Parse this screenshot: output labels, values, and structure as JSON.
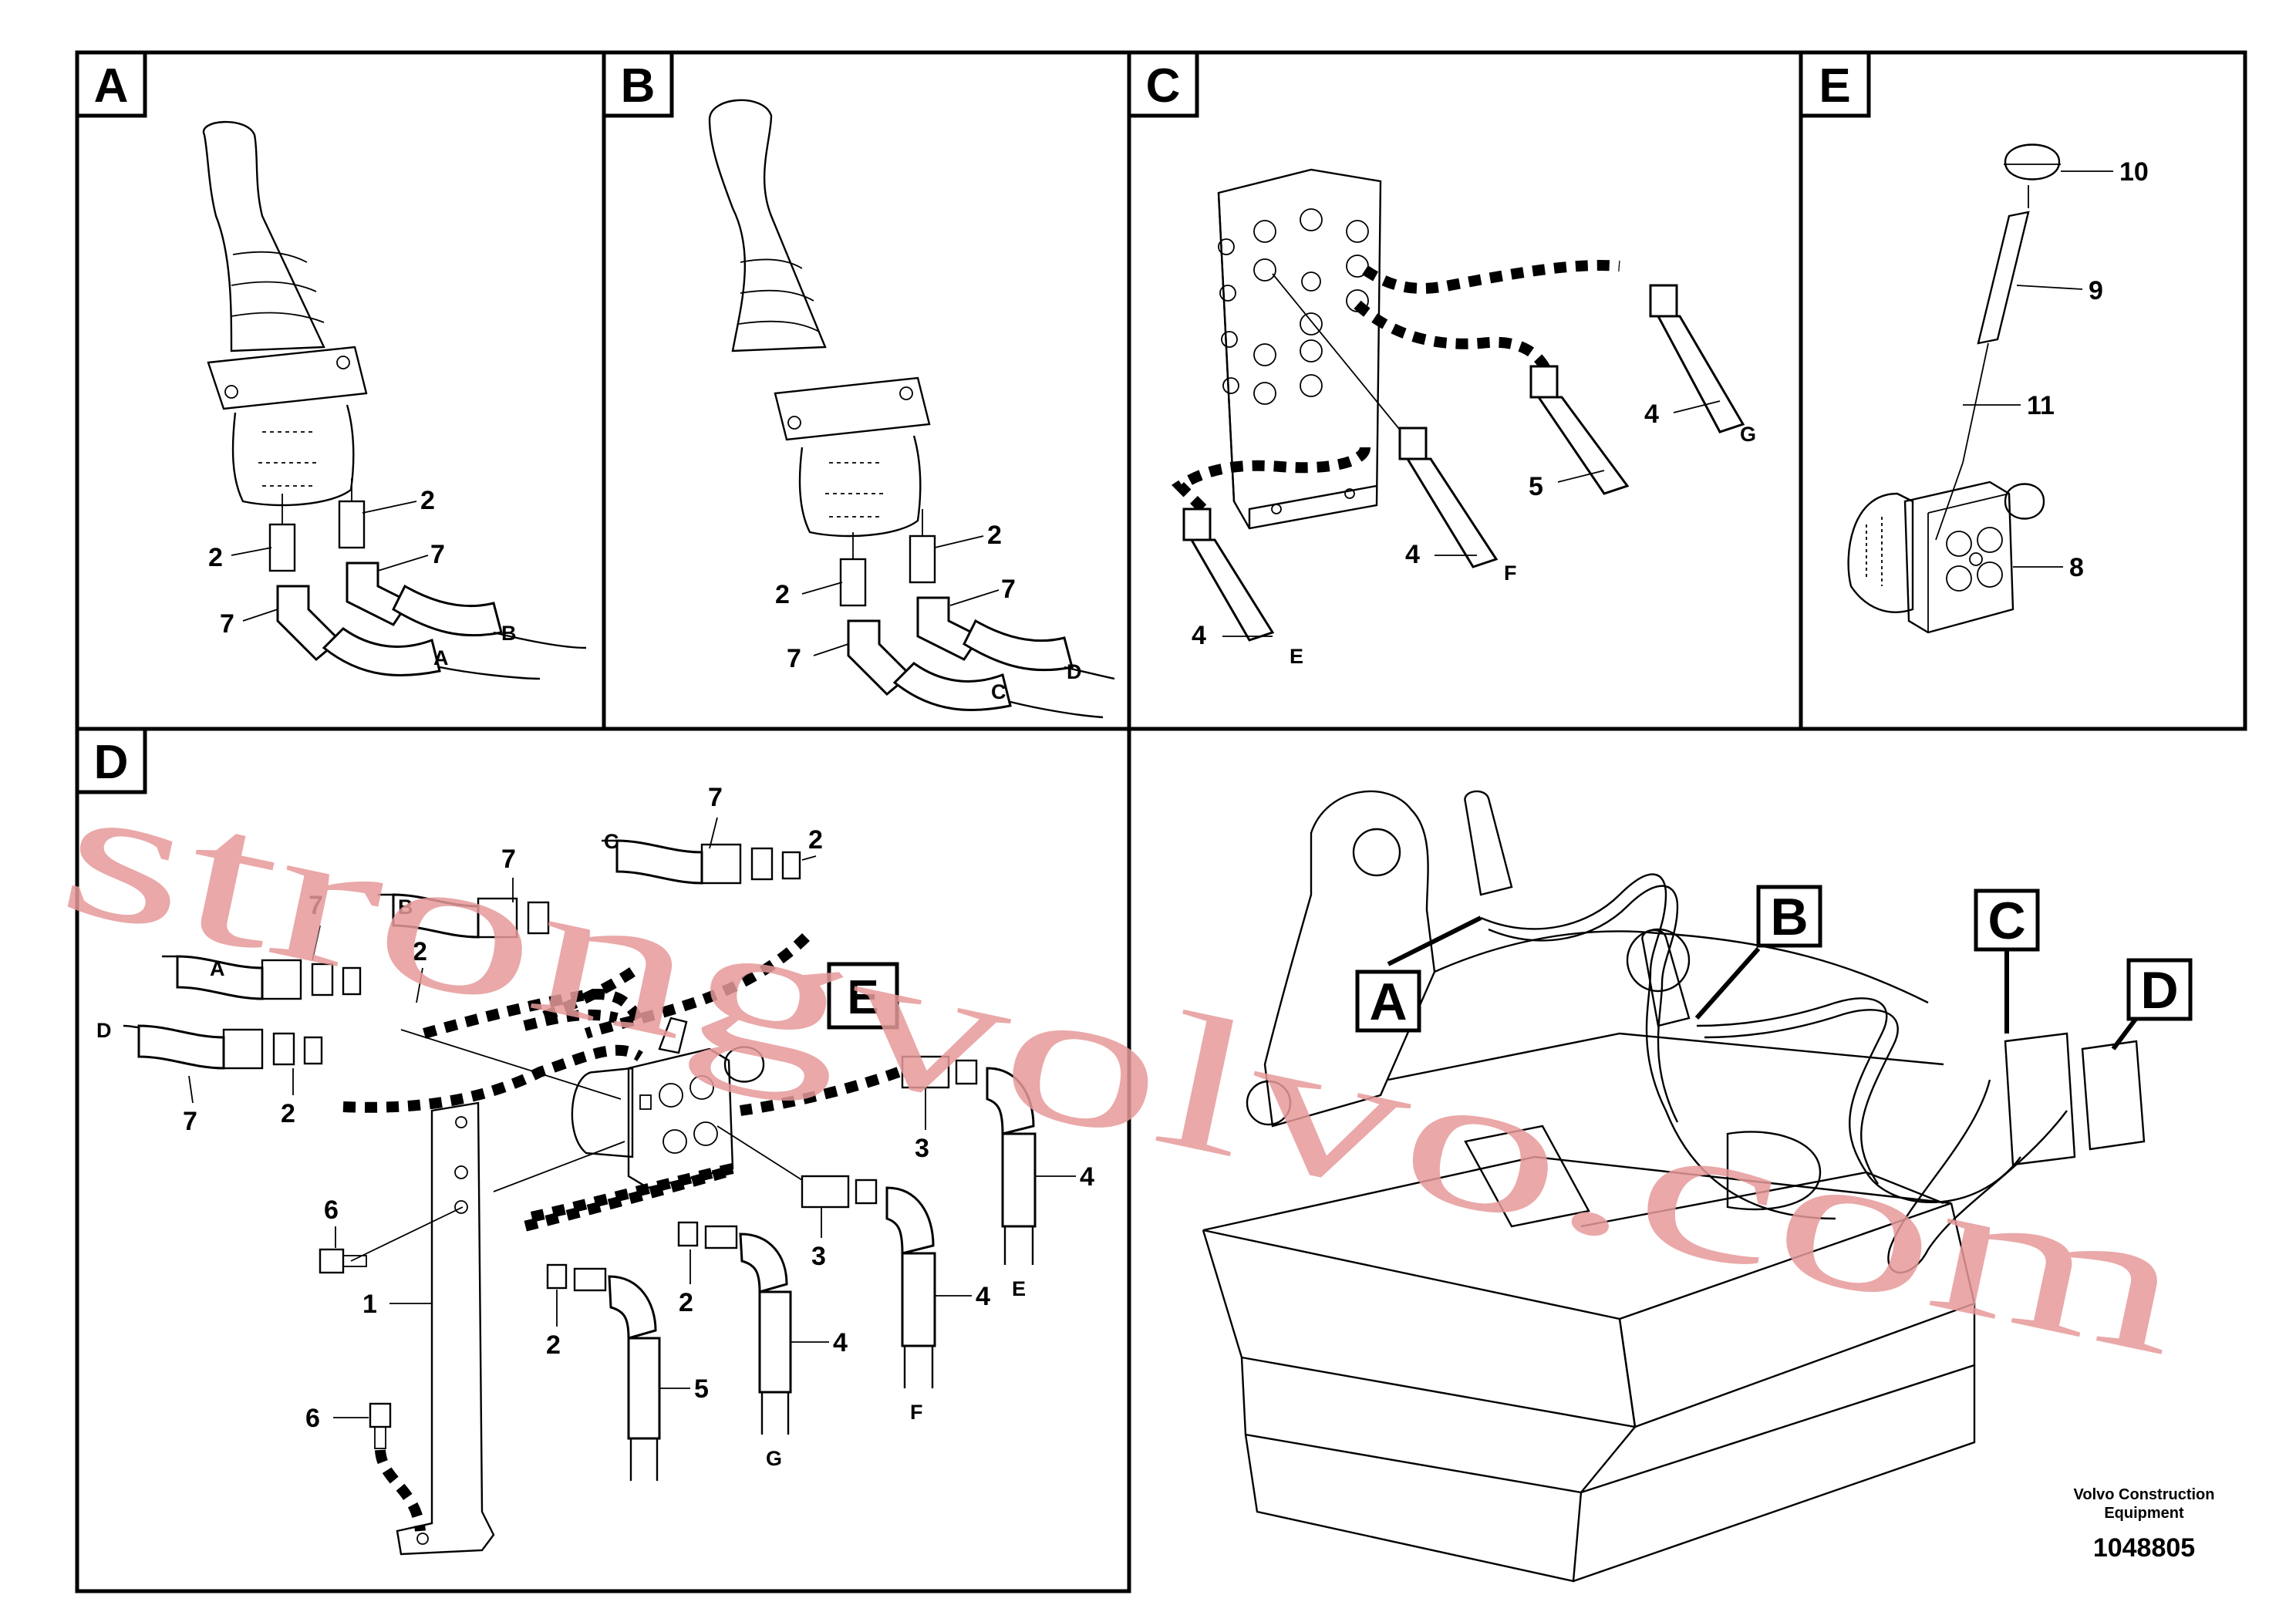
{
  "panels": [
    {
      "id": "A",
      "label": "A"
    },
    {
      "id": "B",
      "label": "B"
    },
    {
      "id": "C",
      "label": "C"
    },
    {
      "id": "E",
      "label": "E"
    },
    {
      "id": "D",
      "label": "D"
    }
  ],
  "overview_callouts": [
    "A",
    "B",
    "C",
    "D"
  ],
  "panel_a": {
    "callouts": [
      "2",
      "2",
      "7",
      "7"
    ],
    "hose_ends": [
      "A",
      "B"
    ]
  },
  "panel_b": {
    "callouts": [
      "2",
      "2",
      "7",
      "7"
    ],
    "hose_ends": [
      "C",
      "D"
    ]
  },
  "panel_c": {
    "callouts": [
      "4",
      "4",
      "4",
      "5"
    ],
    "hose_ends": [
      "E",
      "F",
      "G"
    ]
  },
  "panel_e": {
    "callouts": [
      "10",
      "9",
      "11",
      "8"
    ]
  },
  "panel_d": {
    "callouts": [
      "7",
      "2",
      "7",
      "7",
      "2",
      "7",
      "2",
      "3",
      "3",
      "4",
      "4",
      "4",
      "5",
      "2",
      "2",
      "6",
      "1",
      "6"
    ],
    "hose_ends": [
      "C",
      "B",
      "A",
      "D",
      "E",
      "F",
      "G"
    ],
    "inset_label": "E"
  },
  "stamp": {
    "line1": "Volvo Construction",
    "line2": "Equipment",
    "number": "1048805"
  },
  "watermark": "strongvolvo.com"
}
